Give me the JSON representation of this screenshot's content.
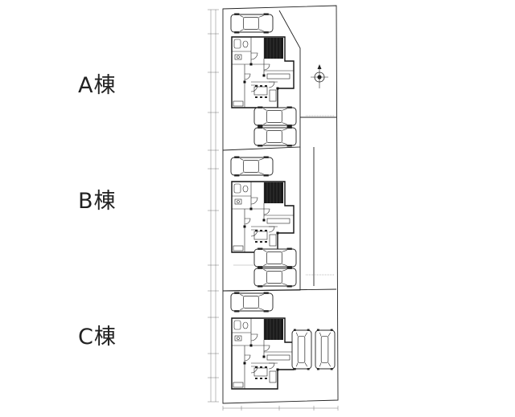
{
  "buildings": [
    {
      "id": "A",
      "label": "A棟"
    },
    {
      "id": "B",
      "label": "B棟"
    },
    {
      "id": "C",
      "label": "C棟"
    }
  ],
  "site": {
    "icons": [
      "north-compass-icon",
      "car-icon",
      "stair-icon"
    ]
  }
}
